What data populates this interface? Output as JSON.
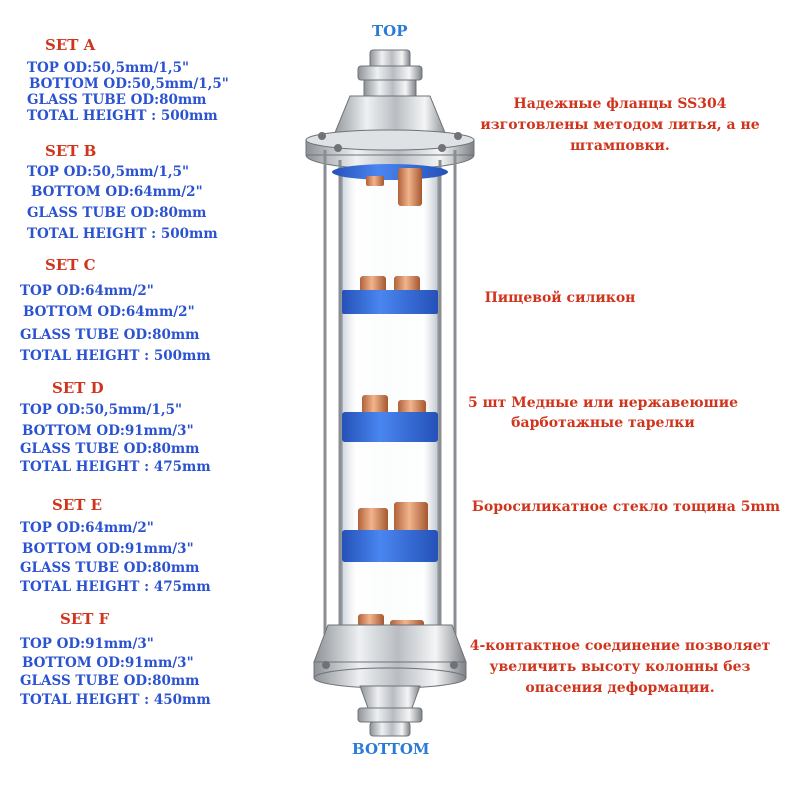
{
  "labels": {
    "top": "TOP",
    "bottom": "BOTTOM"
  },
  "sets": [
    {
      "title": "SET A",
      "lines": [
        "TOP OD:50,5mm/1,5\"",
        "BOTTOM OD:50,5mm/1,5\"",
        "GLASS TUBE OD:80mm",
        "TOTAL HEIGHT : 500mm"
      ]
    },
    {
      "title": "SET B",
      "lines": [
        "TOP OD:50,5mm/1,5\"",
        "BOTTOM OD:64mm/2\"",
        "GLASS TUBE OD:80mm",
        "TOTAL HEIGHT : 500mm"
      ]
    },
    {
      "title": "SET C",
      "lines": [
        "TOP OD:64mm/2\"",
        "BOTTOM OD:64mm/2\"",
        "GLASS TUBE OD:80mm",
        "TOTAL HEIGHT : 500mm"
      ]
    },
    {
      "title": "SET D",
      "lines": [
        "TOP OD:50,5mm/1,5\"",
        "BOTTOM OD:91mm/3\"",
        "GLASS TUBE OD:80mm",
        "TOTAL HEIGHT : 475mm"
      ]
    },
    {
      "title": "SET E",
      "lines": [
        "TOP OD:64mm/2\"",
        "BOTTOM OD:91mm/3\"",
        "GLASS TUBE OD:80mm",
        "TOTAL HEIGHT : 475mm"
      ]
    },
    {
      "title": "SET F",
      "lines": [
        "TOP OD:91mm/3\"",
        "BOTTOM OD:91mm/3\"",
        "GLASS TUBE OD:80mm",
        "TOTAL HEIGHT : 450mm"
      ]
    }
  ],
  "notes": [
    {
      "lines": [
        "Надежные фланцы SS304",
        "изготовлены методом литья, а не",
        "штамповки."
      ]
    },
    {
      "lines": [
        "Пищевой силикон"
      ]
    },
    {
      "lines": [
        "5 шт Медные или нержавеюшие",
        "барботажные тарелки"
      ]
    },
    {
      "lines": [
        "Боросиликатное стекло тощина 5mm"
      ]
    },
    {
      "lines": [
        "4-контактное соединение позволяет",
        "увеличить высоту колонны без",
        "опасения деформации."
      ]
    }
  ],
  "colors": {
    "title_red": "#d0341c",
    "spec_blue": "#2a52d1",
    "silicone_blue": "#3a6fe0",
    "copper": "#d98a5a",
    "steel": "#c4c7cc"
  },
  "image": {
    "subject": "glass-bubble-plate-distillation-column"
  }
}
